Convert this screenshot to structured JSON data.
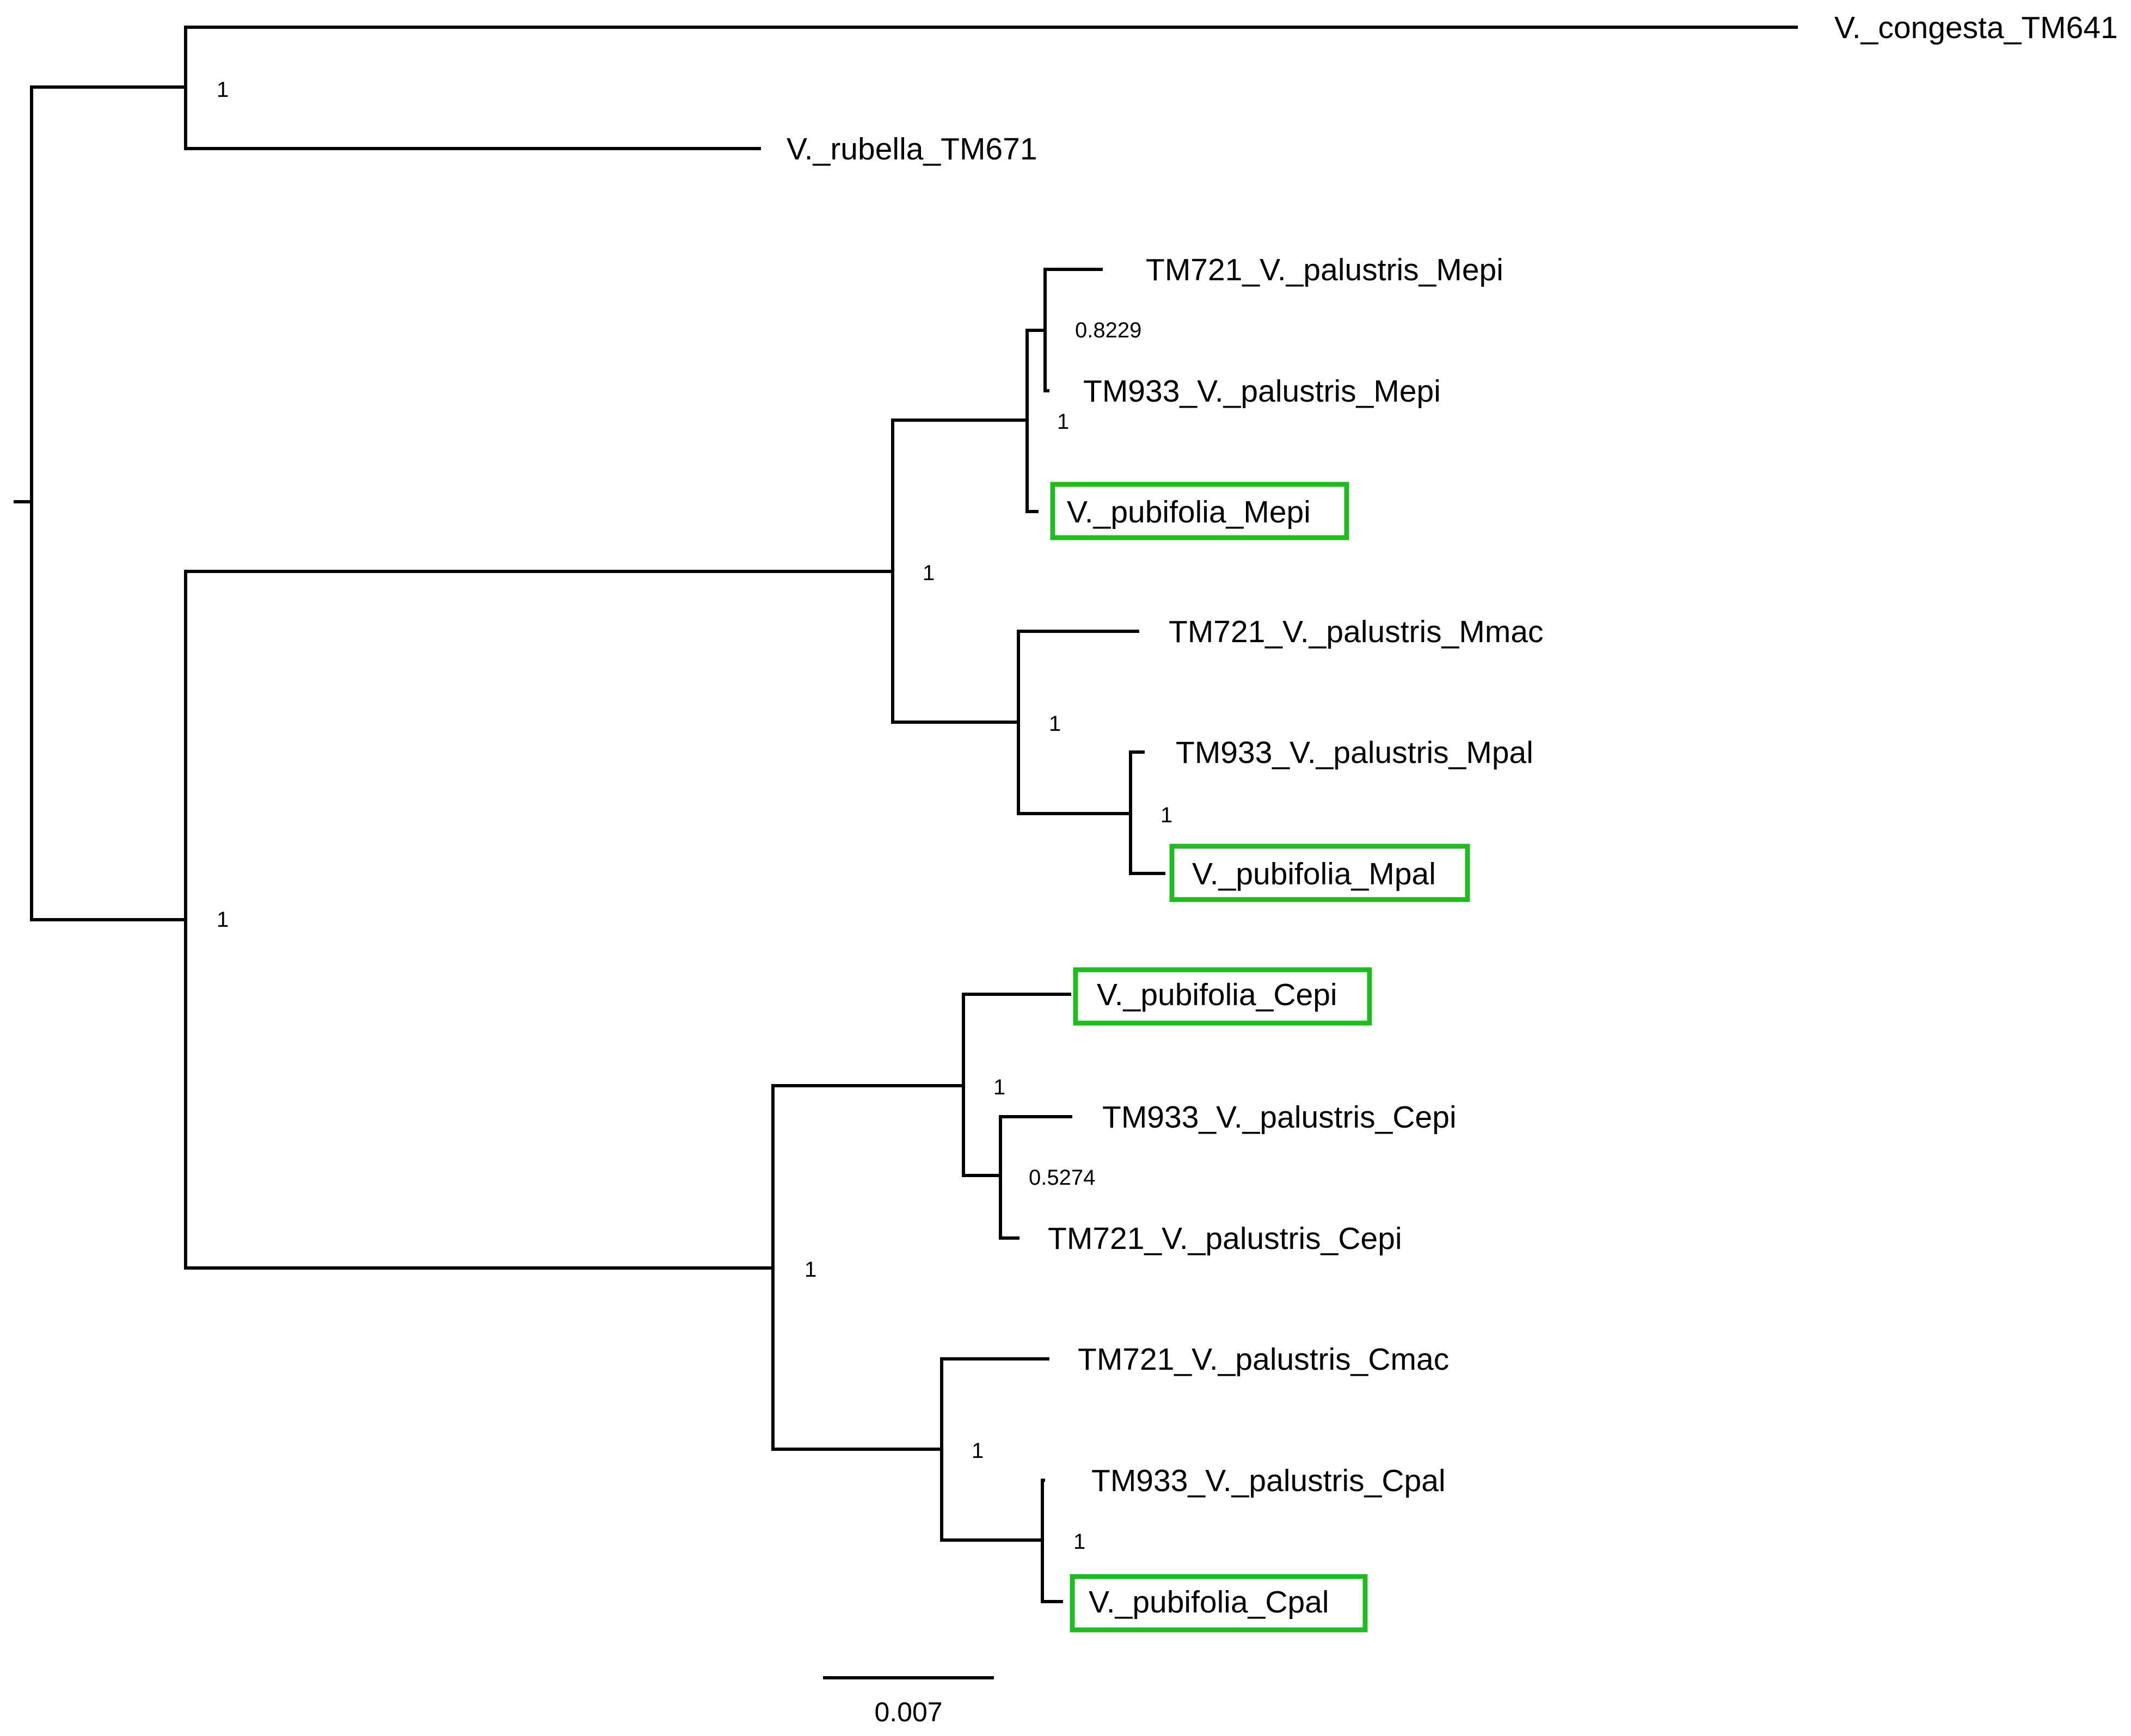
{
  "tree": {
    "taxa": [
      {
        "id": "congesta",
        "label": "V._congesta_TM641",
        "highlight": false
      },
      {
        "id": "rubella",
        "label": "V._rubella_TM671",
        "highlight": false
      },
      {
        "id": "tm721_mepi",
        "label": "TM721_V._palustris_Mepi",
        "highlight": false
      },
      {
        "id": "tm933_mepi",
        "label": "TM933_V._palustris_Mepi",
        "highlight": false
      },
      {
        "id": "pub_mepi",
        "label": "V._pubifolia_Mepi",
        "highlight": true
      },
      {
        "id": "tm721_mmac",
        "label": "TM721_V._palustris_Mmac",
        "highlight": false
      },
      {
        "id": "tm933_mpal",
        "label": "TM933_V._palustris_Mpal",
        "highlight": false
      },
      {
        "id": "pub_mpal",
        "label": "V._pubifolia_Mpal",
        "highlight": true
      },
      {
        "id": "pub_cepi",
        "label": "V._pubifolia_Cepi",
        "highlight": true
      },
      {
        "id": "tm933_cepi",
        "label": "TM933_V._palustris_Cepi",
        "highlight": false
      },
      {
        "id": "tm721_cepi",
        "label": "TM721_V._palustris_Cepi",
        "highlight": false
      },
      {
        "id": "tm721_cmac",
        "label": "TM721_V._palustris_Cmac",
        "highlight": false
      },
      {
        "id": "tm933_cpal",
        "label": "TM933_V._palustris_Cpal",
        "highlight": false
      },
      {
        "id": "pub_cpal",
        "label": "V._pubifolia_Cpal",
        "highlight": true
      }
    ],
    "support_values": {
      "outgroup_clade": "1",
      "mepi_inner": "0.8229",
      "mepi_clade": "1",
      "m_clade": "1",
      "mmac_mpal_clade": "1",
      "mpal_clade": "1",
      "ingroup_clade": "1",
      "cepi_clade": "1",
      "cepi_inner": "0.5274",
      "c_clade": "1",
      "cmac_cpal_clade": "1",
      "cpal_clade": "1"
    },
    "scale_bar": {
      "label": "0.007",
      "length": 0.007
    },
    "highlight_color": "#22b922",
    "line_color": "#000000"
  }
}
